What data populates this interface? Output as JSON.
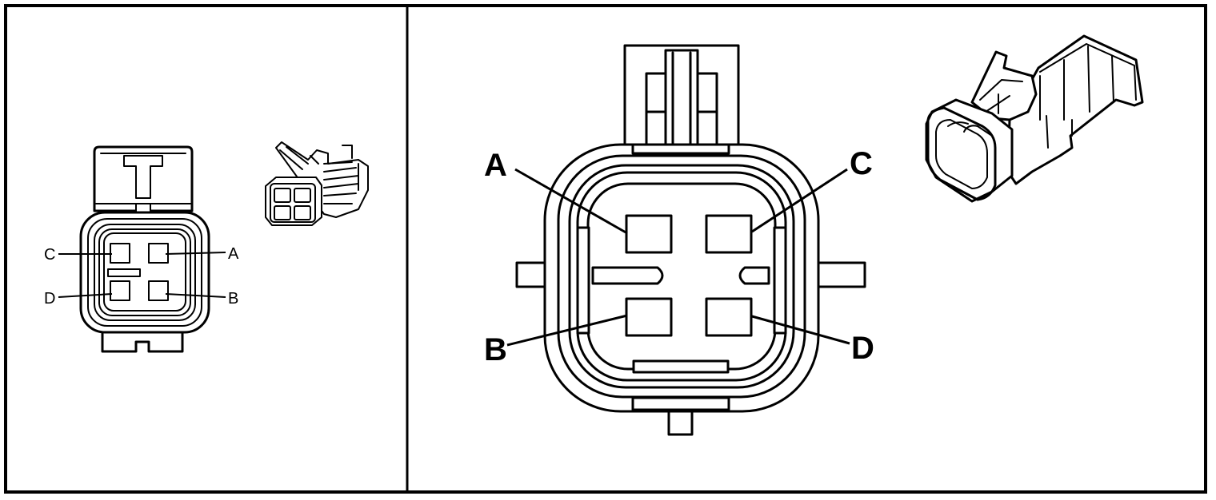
{
  "small_view": {
    "pins": {
      "a": "A",
      "b": "B",
      "c": "C",
      "d": "D"
    }
  },
  "large_view": {
    "pins": {
      "a": "A",
      "b": "B",
      "c": "C",
      "d": "D"
    }
  }
}
